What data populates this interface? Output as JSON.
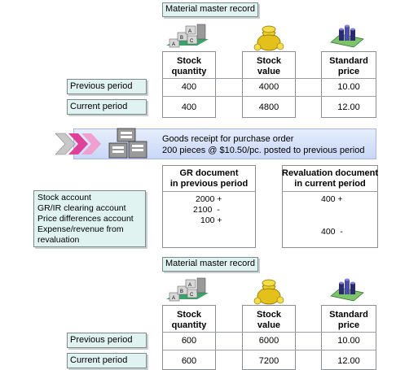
{
  "top": {
    "title": "Material master record",
    "columns": [
      {
        "header": "Stock\nquantity",
        "icon": "stock-boxes-icon"
      },
      {
        "header": "Stock\nvalue",
        "icon": "money-bag-icon"
      },
      {
        "header": "Standard\nprice",
        "icon": "coins-cash-icon"
      }
    ],
    "rows": [
      {
        "label": "Previous period",
        "values": [
          "400",
          "4000",
          "10.00"
        ]
      },
      {
        "label": "Current period",
        "values": [
          "400",
          "4800",
          "12.00"
        ]
      }
    ]
  },
  "banner": {
    "line1": "Goods receipt for purchase order",
    "line2": "200 pieces @ $10.50/pc. posted to previous period",
    "icons": [
      "chevron-arrows-icon",
      "warehouse-boxes-icon"
    ]
  },
  "documents": {
    "accounts": [
      "Stock account",
      "GR/IR clearing account",
      "Price differences account",
      "Expense/revenue from revaluation"
    ],
    "gr_header": "GR document\nin previous period",
    "gr_values": [
      "2000 +",
      "2100  -",
      "100 +"
    ],
    "reval_header": "Revaluation document\nin current period",
    "reval_values": [
      "400 +",
      "400  -"
    ]
  },
  "bottom": {
    "title": "Material master record",
    "columns": [
      {
        "header": "Stock\nquantity",
        "icon": "stock-boxes-icon"
      },
      {
        "header": "Stock\nvalue",
        "icon": "money-bag-icon"
      },
      {
        "header": "Standard\nprice",
        "icon": "coins-cash-icon"
      }
    ],
    "rows": [
      {
        "label": "Previous period",
        "values": [
          "600",
          "6000",
          "10.00"
        ]
      },
      {
        "label": "Current period",
        "values": [
          "600",
          "7200",
          "12.00"
        ]
      }
    ]
  }
}
